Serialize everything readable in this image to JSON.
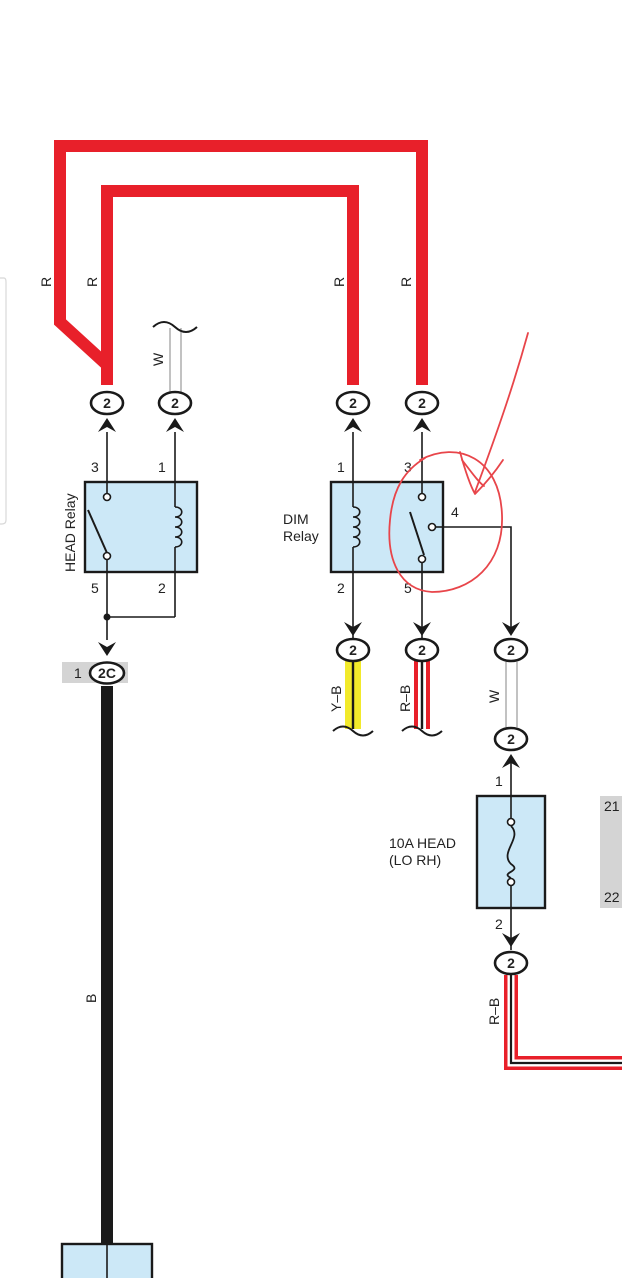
{
  "colors": {
    "red_wire": "#e8202a",
    "black_wire": "#1a1a1a",
    "yellow": "#f2ea2b",
    "relay_fill": "#cce8f7",
    "connector_tag_bg": "#d4d4d4",
    "annotation": "#e8454a",
    "line": "#1a1a1a"
  },
  "wire_labels": {
    "r1": "R",
    "r2": "R",
    "r3": "R",
    "r4": "R",
    "w_top": "W",
    "yb": "Y–B",
    "rb_dim": "R–B",
    "w_mid": "W",
    "rb_fuse": "R–B",
    "b_main": "B"
  },
  "connectors": {
    "c1": "2",
    "c2": "2",
    "c3": "2",
    "c4": "2",
    "c5": "2",
    "c6": "2",
    "c7": "2",
    "c8": "2",
    "c9": "2",
    "c_2c": "2C"
  },
  "head_relay": {
    "label": "HEAD Relay",
    "pin_3": "3",
    "pin_1": "1",
    "pin_5": "5",
    "pin_2": "2"
  },
  "dim_relay": {
    "label_line1": "DIM",
    "label_line2": "Relay",
    "pin_1": "1",
    "pin_3": "3",
    "pin_4": "4",
    "pin_2": "2",
    "pin_5": "5"
  },
  "fuse": {
    "label_line1": "10A HEAD",
    "label_line2": "(LO RH)",
    "pin_1": "1",
    "pin_2": "2"
  },
  "tags": {
    "tag_2c_pin": "1",
    "side_21": "21",
    "side_22": "22"
  },
  "icons": {
    "relay_coil": "coil-symbol-icon",
    "relay_switch": "switch-contact-icon",
    "fuse": "fuse-symbol-icon",
    "wire_break": "wire-break-tilde-icon",
    "connector_arrow": "chevron-down-icon"
  }
}
